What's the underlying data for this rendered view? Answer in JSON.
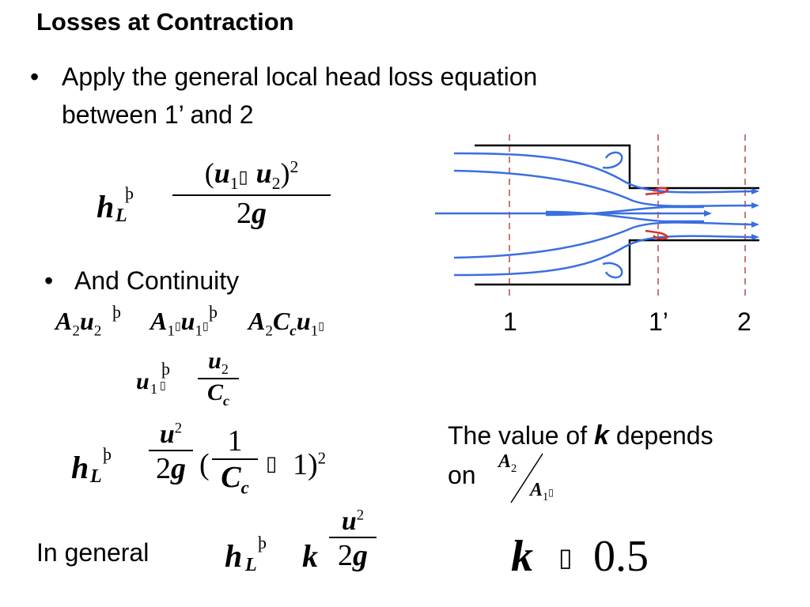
{
  "title": "Losses at Contraction",
  "bullets": {
    "first_line1": "Apply the general local head loss equation",
    "first_line2": "between 1’ and 2",
    "second": "And Continuity",
    "mark": "•"
  },
  "equations": {
    "h": "h",
    "L": "L",
    "eq": "þ",
    "u": "u",
    "sub1p": "1",
    "sub2": "2",
    "minus": "",
    "two": "2",
    "g": "g",
    "A": "A",
    "C": "C",
    "c": "c",
    "one": "1",
    "open": "(",
    "close": ")",
    "k": "k",
    "approx": "",
    "half": "0.5"
  },
  "texts": {
    "in_general": "In general",
    "value_of": "The value of",
    "k_word": "k",
    "depends": "depends",
    "on": "on"
  },
  "diagram": {
    "labels": [
      "1",
      "1’",
      "2"
    ],
    "colors": {
      "flow": "#3a6fe0",
      "divider": "#c87878",
      "eddy_red": "#d83030",
      "wall": "#000000"
    }
  }
}
